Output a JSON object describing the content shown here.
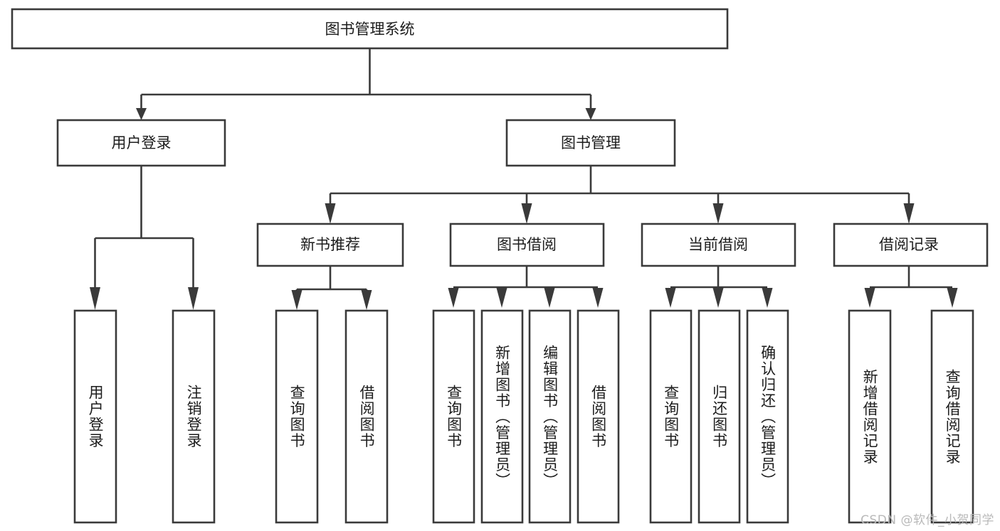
{
  "diagram": {
    "type": "tree-hierarchy",
    "title": "图书管理系统",
    "watermark": "CSDN @软件_小贺同学",
    "colors": {
      "box_stroke": "#3a3a3a",
      "box_fill": "#ffffff",
      "text": "#1c1c1c",
      "background": "#ffffff",
      "watermark": "#b9b9b9"
    },
    "root": {
      "id": "root",
      "label": "图书管理系统",
      "orientation": "horizontal"
    },
    "level2": [
      {
        "id": "user-login",
        "label": "用户登录",
        "orientation": "horizontal"
      },
      {
        "id": "book-manage",
        "label": "图书管理",
        "orientation": "horizontal"
      }
    ],
    "level3": [
      {
        "id": "new-book-recommend",
        "label": "新书推荐",
        "parent": "book-manage",
        "orientation": "horizontal"
      },
      {
        "id": "book-borrow",
        "label": "图书借阅",
        "parent": "book-manage",
        "orientation": "horizontal"
      },
      {
        "id": "current-borrow",
        "label": "当前借阅",
        "parent": "book-manage",
        "orientation": "horizontal"
      },
      {
        "id": "borrow-record",
        "label": "借阅记录",
        "parent": "book-manage",
        "orientation": "horizontal"
      }
    ],
    "leaves": [
      {
        "id": "leaf-user-login",
        "label": "用户登录",
        "parent": "user-login",
        "orientation": "vertical"
      },
      {
        "id": "leaf-user-logout",
        "label": "注销登录",
        "parent": "user-login",
        "orientation": "vertical"
      },
      {
        "id": "leaf-query-book-1",
        "label": "查询图书",
        "parent": "new-book-recommend",
        "orientation": "vertical"
      },
      {
        "id": "leaf-borrow-book-1",
        "label": "借阅图书",
        "parent": "new-book-recommend",
        "orientation": "vertical"
      },
      {
        "id": "leaf-query-book-2",
        "label": "查询图书",
        "parent": "book-borrow",
        "orientation": "vertical"
      },
      {
        "id": "leaf-add-book",
        "label": "新增图书（管理员）",
        "parent": "book-borrow",
        "orientation": "vertical"
      },
      {
        "id": "leaf-edit-book",
        "label": "编辑图书（管理员）",
        "parent": "book-borrow",
        "orientation": "vertical"
      },
      {
        "id": "leaf-borrow-book-2",
        "label": "借阅图书",
        "parent": "book-borrow",
        "orientation": "vertical"
      },
      {
        "id": "leaf-query-book-3",
        "label": "查询图书",
        "parent": "current-borrow",
        "orientation": "vertical"
      },
      {
        "id": "leaf-return-book",
        "label": "归还图书",
        "parent": "current-borrow",
        "orientation": "vertical"
      },
      {
        "id": "leaf-confirm-return",
        "label": "确认归还（管理员）",
        "parent": "current-borrow",
        "orientation": "vertical"
      },
      {
        "id": "leaf-add-record",
        "label": "新增借阅记录",
        "parent": "borrow-record",
        "orientation": "vertical"
      },
      {
        "id": "leaf-query-record",
        "label": "查询借阅记录",
        "parent": "borrow-record",
        "orientation": "vertical"
      }
    ]
  }
}
